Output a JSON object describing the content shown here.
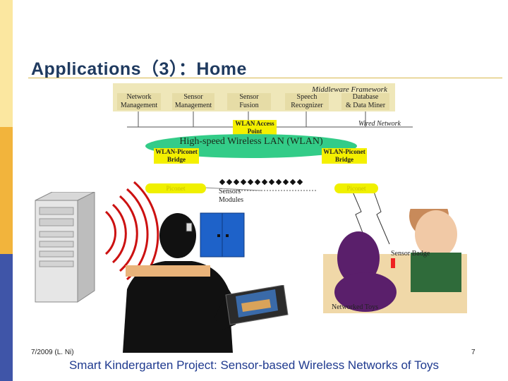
{
  "slide": {
    "title": "Applications（3）：Home",
    "footer_date": "7/2009 (L. Ni)",
    "page_number": "7",
    "caption": "Smart Kindergarten Project: Sensor-based Wireless Networks of Toys"
  },
  "middleware": {
    "title": "Middleware Framework",
    "modules": [
      {
        "line1": "Network",
        "line2": "Management"
      },
      {
        "line1": "Sensor",
        "line2": "Management"
      },
      {
        "line1": "Sensor",
        "line2": "Fusion"
      },
      {
        "line1": "Speech",
        "line2": "Recognizer"
      },
      {
        "line1": "Database",
        "line2": "& Data Miner"
      }
    ]
  },
  "network": {
    "access_point": {
      "line1": "WLAN Access",
      "line2": "Point"
    },
    "wired_network": "Wired Network",
    "wlan_label": "High-speed Wireless LAN (WLAN)",
    "bridge_left": {
      "line1": "WLAN-Piconet",
      "line2": "Bridge"
    },
    "bridge_right": {
      "line1": "WLAN-Piconet",
      "line2": "Bridge"
    },
    "piconet_left": "Piconet",
    "piconet_right": "Piconet",
    "sensors_modules": {
      "line1": "Sensors",
      "line2": "Modules"
    },
    "sensor_badge": "Sensor Badge",
    "networked_toys": "Networked Toys"
  },
  "colors": {
    "accent_title": "#1f3a5f",
    "wlan_green": "#33cc88",
    "piconet_yellow": "#f0f000",
    "signal_red": "#cc1111",
    "caption_blue": "#1f3a8f"
  }
}
